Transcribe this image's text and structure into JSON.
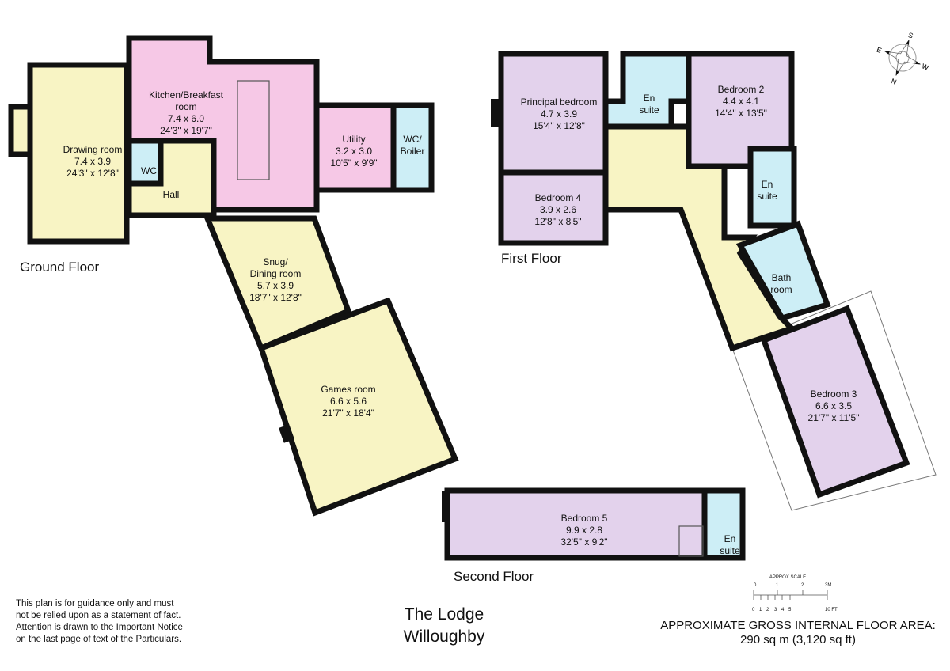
{
  "colors": {
    "living": "#f8f4c4",
    "kitchen": "#f6c8e6",
    "bedroom": "#e3d2ec",
    "wet": "#cdeef6",
    "wall": "#111111"
  },
  "floors": {
    "ground": {
      "label": "Ground Floor",
      "rooms": [
        {
          "name": "Drawing room",
          "metric": "7.4 x 3.9",
          "imperial": "24'3\" x 12'8\""
        },
        {
          "name": "Kitchen/Breakfast",
          "name2": "room",
          "metric": "7.4 x 6.0",
          "imperial": "24'3\" x 19'7\""
        },
        {
          "name": "Utility",
          "metric": "3.2 x 3.0",
          "imperial": "10'5\" x 9'9\""
        },
        {
          "name": "WC/",
          "name2": "Boiler"
        },
        {
          "name": "WC"
        },
        {
          "name": "Hall"
        },
        {
          "name": "Snug/",
          "name2": "Dining room",
          "metric": "5.7 x 3.9",
          "imperial": "18'7\" x 12'8\""
        },
        {
          "name": "Games room",
          "metric": "6.6 x 5.6",
          "imperial": "21'7\" x 18'4\""
        }
      ]
    },
    "first": {
      "label": "First Floor",
      "rooms": [
        {
          "name": "Principal bedroom",
          "metric": "4.7 x 3.9",
          "imperial": "15'4\" x 12'8\""
        },
        {
          "name": "En",
          "name2": "suite"
        },
        {
          "name": "Bedroom 2",
          "metric": "4.4 x 4.1",
          "imperial": "14'4\" x 13'5\""
        },
        {
          "name": "Bedroom 4",
          "metric": "3.9 x 2.6",
          "imperial": "12'8\" x 8'5\""
        },
        {
          "name": "En",
          "name2": "suite"
        },
        {
          "name": "Bath",
          "name2": "room"
        },
        {
          "name": "Bedroom 3",
          "metric": "6.6 x 3.5",
          "imperial": "21'7\" x 11'5\""
        }
      ]
    },
    "second": {
      "label": "Second Floor",
      "rooms": [
        {
          "name": "Bedroom 5",
          "metric": "9.9 x 2.8",
          "imperial": "32'5\" x 9'2\""
        },
        {
          "name": "En",
          "name2": "suite"
        }
      ]
    }
  },
  "property": {
    "name": "The Lodge",
    "location": "Willoughby"
  },
  "disclaimer": [
    "This plan is for guidance only and must",
    "not be relied upon as a statement of fact.",
    "Attention is drawn to the Important Notice",
    "on the last page of text of the Particulars."
  ],
  "scale": {
    "title": "APPROX SCALE",
    "metres": [
      "0",
      "1",
      "2",
      "3M"
    ],
    "feet": [
      "0",
      "1",
      "2",
      "3",
      "4",
      "5",
      "10 FT"
    ]
  },
  "area": {
    "line1": "APPROXIMATE GROSS INTERNAL FLOOR AREA:",
    "line2": "290 sq m (3,120 sq ft)"
  },
  "compass": {
    "n": "N",
    "s": "S",
    "e": "E",
    "w": "W",
    "icon": "compass-rose-icon"
  }
}
